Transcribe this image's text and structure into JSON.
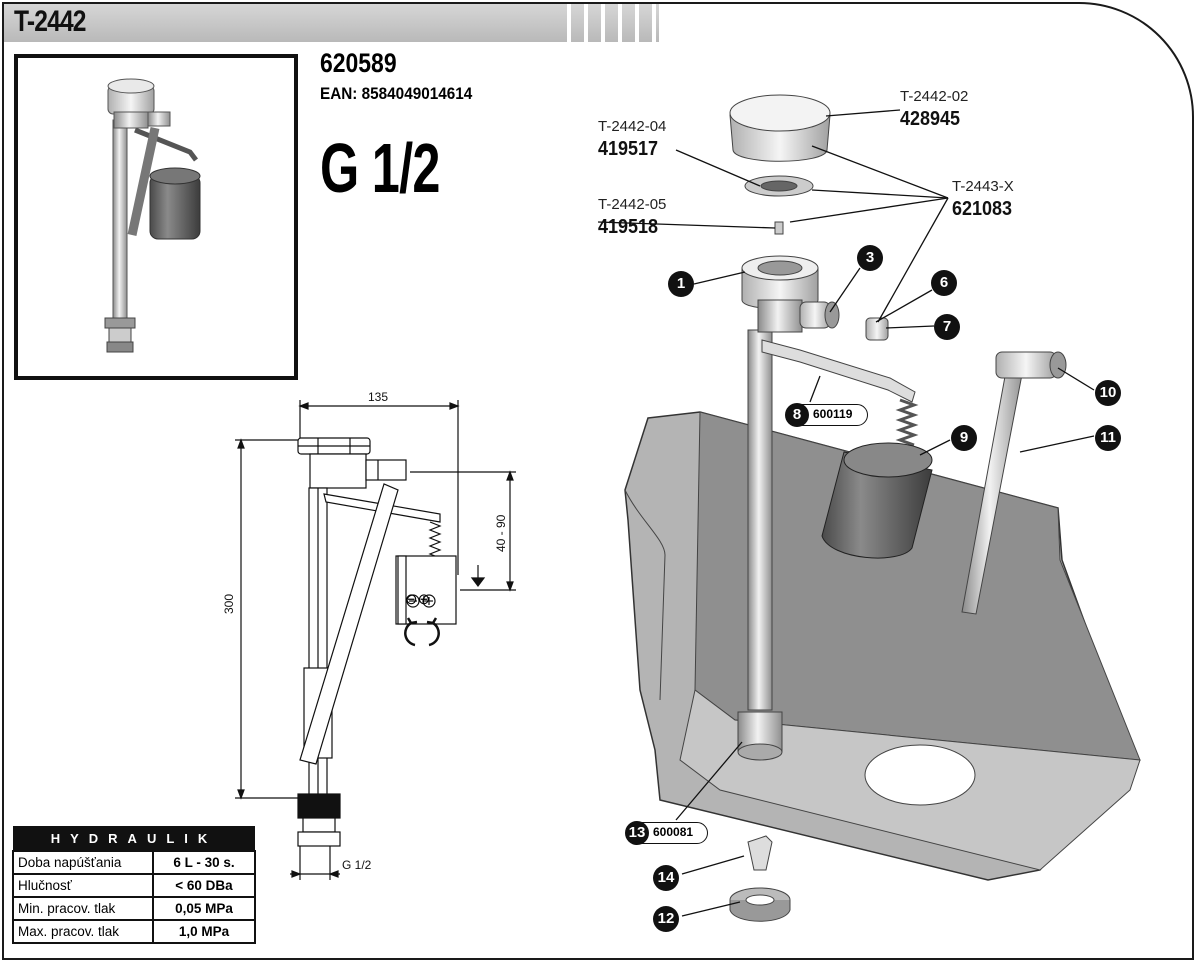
{
  "title": "T-2442",
  "product": {
    "code": "620589",
    "ean": "EAN: 8584049014614",
    "thread": "G 1/2"
  },
  "dimensions": {
    "width": "135",
    "height": "300",
    "level": "40 - 90",
    "connection": "G 1/2",
    "adjust_minus": "⊖",
    "adjust_plus": "⊕"
  },
  "parts": [
    {
      "ref": "T-2442-02",
      "num": "428945"
    },
    {
      "ref": "T-2442-04",
      "num": "419517"
    },
    {
      "ref": "T-2442-05",
      "num": "419518"
    },
    {
      "ref": "T-2443-X",
      "num": "621083"
    }
  ],
  "callouts": [
    "1",
    "3",
    "6",
    "7",
    "9",
    "10",
    "11",
    "14",
    "12"
  ],
  "pills": [
    {
      "n": "8",
      "code": "600119"
    },
    {
      "n": "13",
      "code": "600081"
    }
  ],
  "hydraulik": {
    "header": "HYDRAULIK",
    "rows": [
      {
        "label": "Doba napúšťania",
        "value": "6 L - 30 s."
      },
      {
        "label": "Hlučnosť",
        "value": "< 60 DBa"
      },
      {
        "label": "Min. pracov. tlak",
        "value": "0,05 MPa"
      },
      {
        "label": "Max. pracov. tlak",
        "value": "1,0 MPa"
      }
    ]
  }
}
